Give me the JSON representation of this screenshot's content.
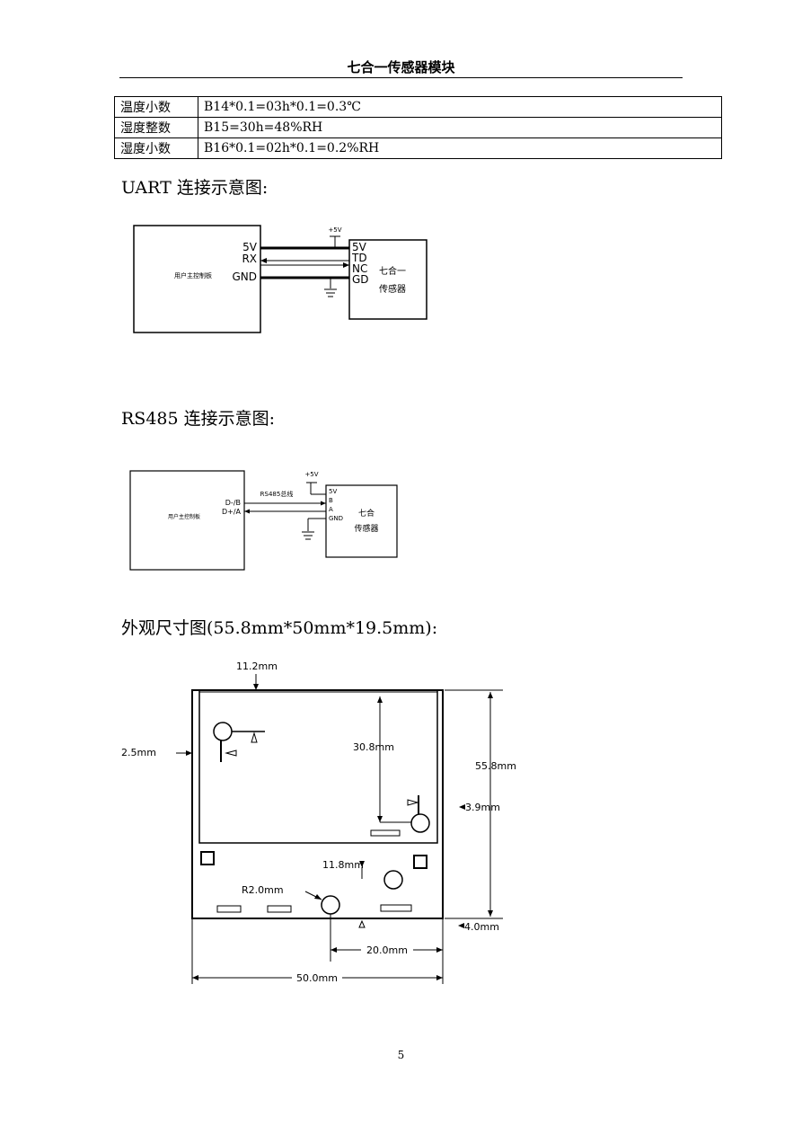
{
  "header": {
    "title": "七合一传感器模块"
  },
  "table": {
    "rows": [
      {
        "key": "温度小数",
        "value": "B14*0.1=03h*0.1=0.3℃"
      },
      {
        "key": "湿度整数",
        "value": "B15=30h=48%RH"
      },
      {
        "key": "湿度小数",
        "value": "B16*0.1=02h*0.1=0.2%RH"
      }
    ]
  },
  "sections": {
    "uart_title": "UART 连接示意图:",
    "rs485_title": "RS485 连接示意图:",
    "dim_title": "外观尺寸图(55.8mm*50mm*19.5mm):"
  },
  "uart": {
    "host_label": "用户主控制板",
    "pins_left": [
      "5V",
      "RX",
      "GND"
    ],
    "pins_right": [
      "5V",
      "TD",
      "NC",
      "GD"
    ],
    "supply": "+5V",
    "sensor_label_1": "七合一",
    "sensor_label_2": "传感器"
  },
  "rs485": {
    "host_label": "用户主控制板",
    "pins_left": [
      "D-/B",
      "D+/A"
    ],
    "bus_label": "RS485总线",
    "supply": "+5V",
    "pins_right": [
      "5V",
      "B",
      "A",
      "GND"
    ],
    "sensor_label_1": "七合",
    "sensor_label_2": "传感器"
  },
  "dims": {
    "top_offset": "11.2mm",
    "left_offset": "2.5mm",
    "hole_height": "30.8mm",
    "total_height": "55.8mm",
    "right_offset": "3.9mm",
    "lower_hole": "11.8mm",
    "radius": "R2.0mm",
    "bottom_offset": "4.0mm",
    "hole_spacing": "20.0mm",
    "total_width": "50.0mm"
  },
  "footer": {
    "page": "5"
  }
}
